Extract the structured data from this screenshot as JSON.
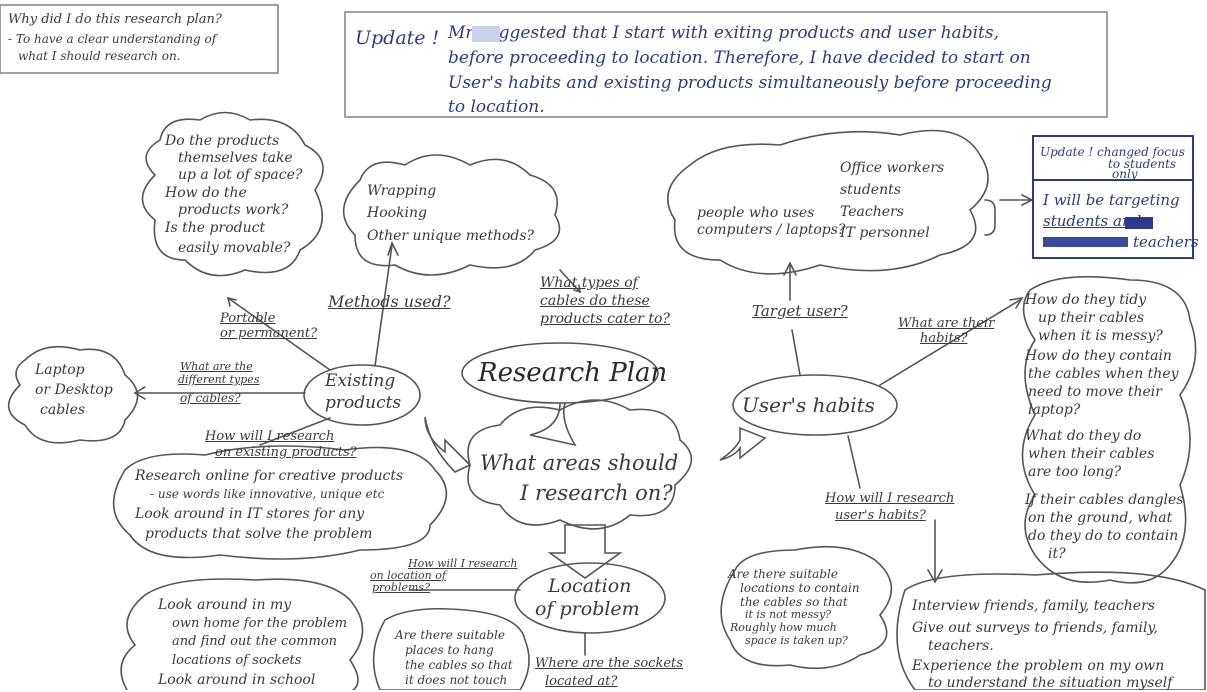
{
  "why": {
    "question": "Why did I do this research plan?",
    "answer_lines": [
      "- To have a clear understanding of",
      "what I should research on."
    ]
  },
  "update_note": {
    "label": "Update !",
    "lines": [
      "Mr      suggested that I start with exiting products and user habits,",
      "before proceeding to location. Therefore, I have decided to start on",
      "User's habits and existing products simultaneously before proceeding",
      "to location."
    ]
  },
  "center": {
    "title": "Research Plan",
    "question_lines": [
      "What areas should",
      "I research on?"
    ]
  },
  "existing_products": {
    "title_lines": [
      "Existing",
      "products"
    ],
    "space_questions": [
      "Do the products",
      "themselves take",
      "up a lot of space?",
      "How do the",
      "products work?",
      "Is the product",
      "easily movable?"
    ],
    "methods": [
      "Wrapping",
      "Hooking",
      "Other unique methods?"
    ],
    "label_methods": "Methods used?",
    "label_portable_lines": [
      "Portable",
      "or permanent?"
    ],
    "label_types_lines": [
      "What are the",
      "different types",
      "of cables?"
    ],
    "types_lines": [
      "Laptop",
      "or Desktop",
      "cables"
    ],
    "label_cables_lines": [
      "What types of",
      "cables do these",
      "products cater to?"
    ],
    "label_research_lines": [
      "How will I research",
      "on existing products?"
    ],
    "research_lines": [
      "Research online for creative products",
      "- use words like innovative, unique etc",
      "Look around in IT stores for any",
      "products that solve the problem"
    ]
  },
  "users_habits": {
    "title": "User's habits",
    "label_target": "Target user?",
    "target_left_lines": [
      "people who uses",
      "computers / laptops?"
    ],
    "target_list": [
      "Office workers",
      "students",
      "Teachers",
      "IT personnel"
    ],
    "focus_update_lines": [
      "Update ! changed focus",
      "to students",
      "only"
    ],
    "focus_text_lines": [
      "I will be targeting",
      "students       and",
      "teachers"
    ],
    "label_habits_lines": [
      "What are their",
      "habits?"
    ],
    "habits_questions": [
      "How do they tidy",
      "up their cables",
      "when it is messy?",
      "How do they contain",
      "the cables when they",
      "need to move their",
      "laptop?",
      "What do they do",
      "when their cables",
      "are too long?",
      "If their cables dangles",
      "on the ground, what",
      "do they do to contain",
      "it?"
    ],
    "label_research_lines": [
      "How will I research",
      "user's habits?"
    ],
    "research_lines": [
      "Interview friends, family, teachers",
      "Give out surveys to friends, family,",
      "teachers.",
      "Experience the problem on my own",
      "to understand the situation myself"
    ]
  },
  "location": {
    "title_lines": [
      "Location",
      "of problem"
    ],
    "label_research_lines": [
      "How will I research",
      "on location of",
      "problems?"
    ],
    "research_lines": [
      "Look around in my",
      "own home for the problem",
      "and find out the common",
      "locations of sockets",
      "Look around in school"
    ],
    "hang_lines": [
      "Are there suitable",
      "places to hang",
      "the cables so that",
      "it does not touch"
    ],
    "label_sockets_lines": [
      "Where are the sockets",
      "located at?"
    ],
    "suitable_lines": [
      "Are there suitable",
      "locations to contain",
      "the cables so that",
      "it is not messy?",
      "Roughly how much",
      "space is taken up?"
    ]
  }
}
